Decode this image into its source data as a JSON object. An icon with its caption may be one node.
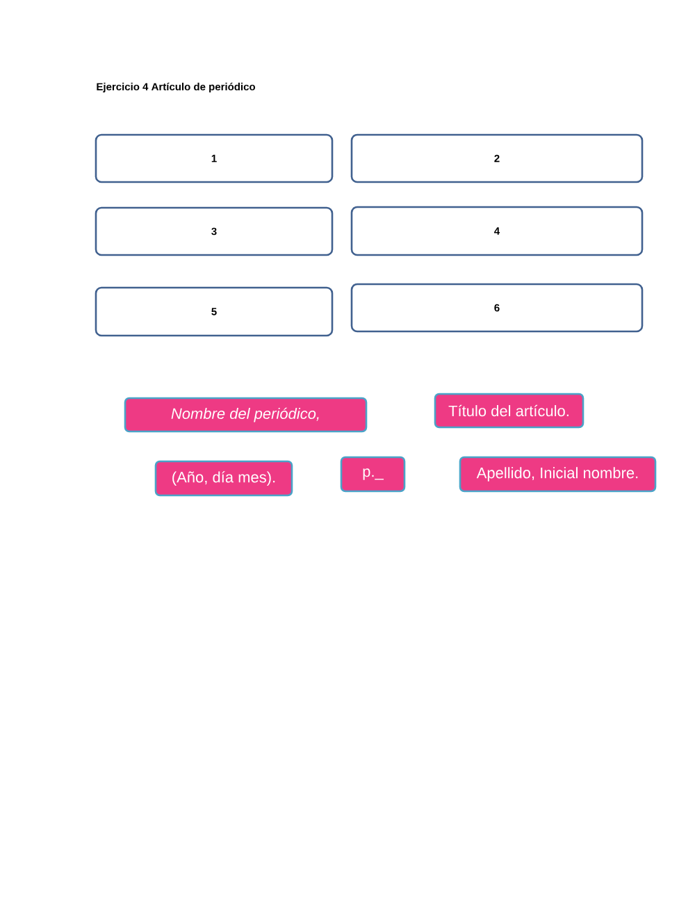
{
  "diagram": {
    "title": "Ejercicio 4 Artículo de periódico",
    "nodes": [
      {
        "text": [
          "1"
        ]
      },
      {
        "text": [
          "2"
        ]
      },
      {
        "text": [
          "3"
        ]
      },
      {
        "text": [
          "4"
        ]
      },
      {
        "text": [
          "5"
        ]
      },
      {
        "text": [
          "6"
        ]
      },
      {
        "text": [
          "Nombre del periódico,"
        ]
      },
      {
        "text": [
          "Título del artículo."
        ]
      },
      {
        "text": [
          "(Año, día mes)."
        ]
      },
      {
        "text": [
          "p._"
        ]
      },
      {
        "text": [
          "Apellido, Inicial nombre."
        ]
      }
    ]
  }
}
